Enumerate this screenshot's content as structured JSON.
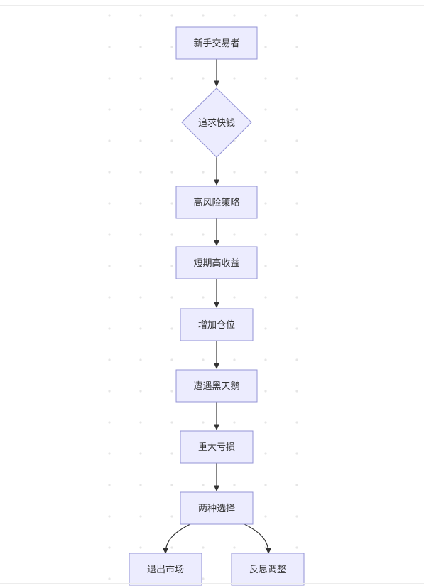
{
  "nodes": {
    "novice": "新手交易者",
    "chase": "追求快钱",
    "high_risk": "高风险策略",
    "short_term": "短期高收益",
    "increase": "增加仓位",
    "black_swan": "遭遇黑天鹅",
    "big_loss": "重大亏损",
    "two_choices": "两种选择",
    "exit": "退出市场",
    "reflect": "反思调整"
  },
  "colors": {
    "node_fill": "#ececfe",
    "node_stroke": "#9393d6",
    "edge": "#333333",
    "dot_grid": "#e8e8e8"
  }
}
